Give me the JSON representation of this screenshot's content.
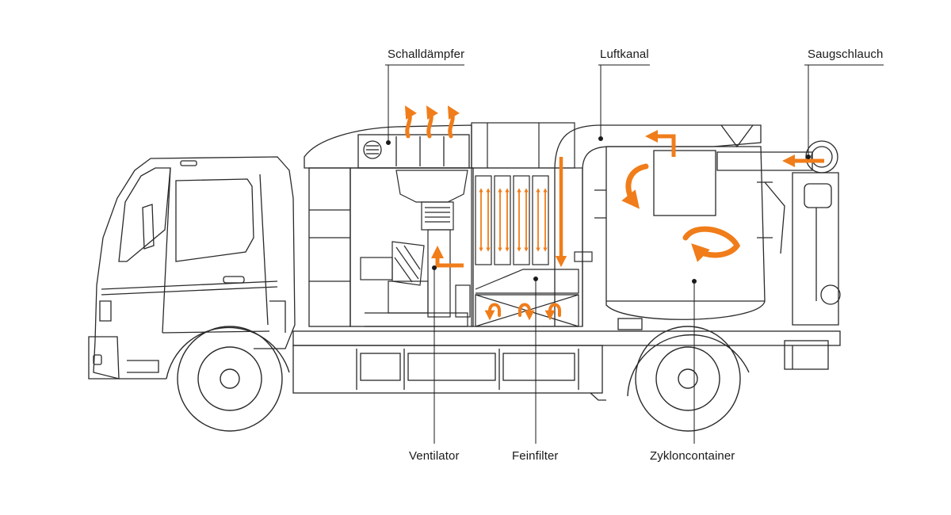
{
  "labels": {
    "schalldaempfer": "Schalldämpfer",
    "luftkanal": "Luftkanal",
    "saugschlauch": "Saugschlauch",
    "ventilator": "Ventilator",
    "feinfilter": "Feinfilter",
    "zykloncontainer": "Zykloncontainer"
  },
  "colors": {
    "line": "#2a2a2a",
    "accent": "#f07d1a"
  }
}
